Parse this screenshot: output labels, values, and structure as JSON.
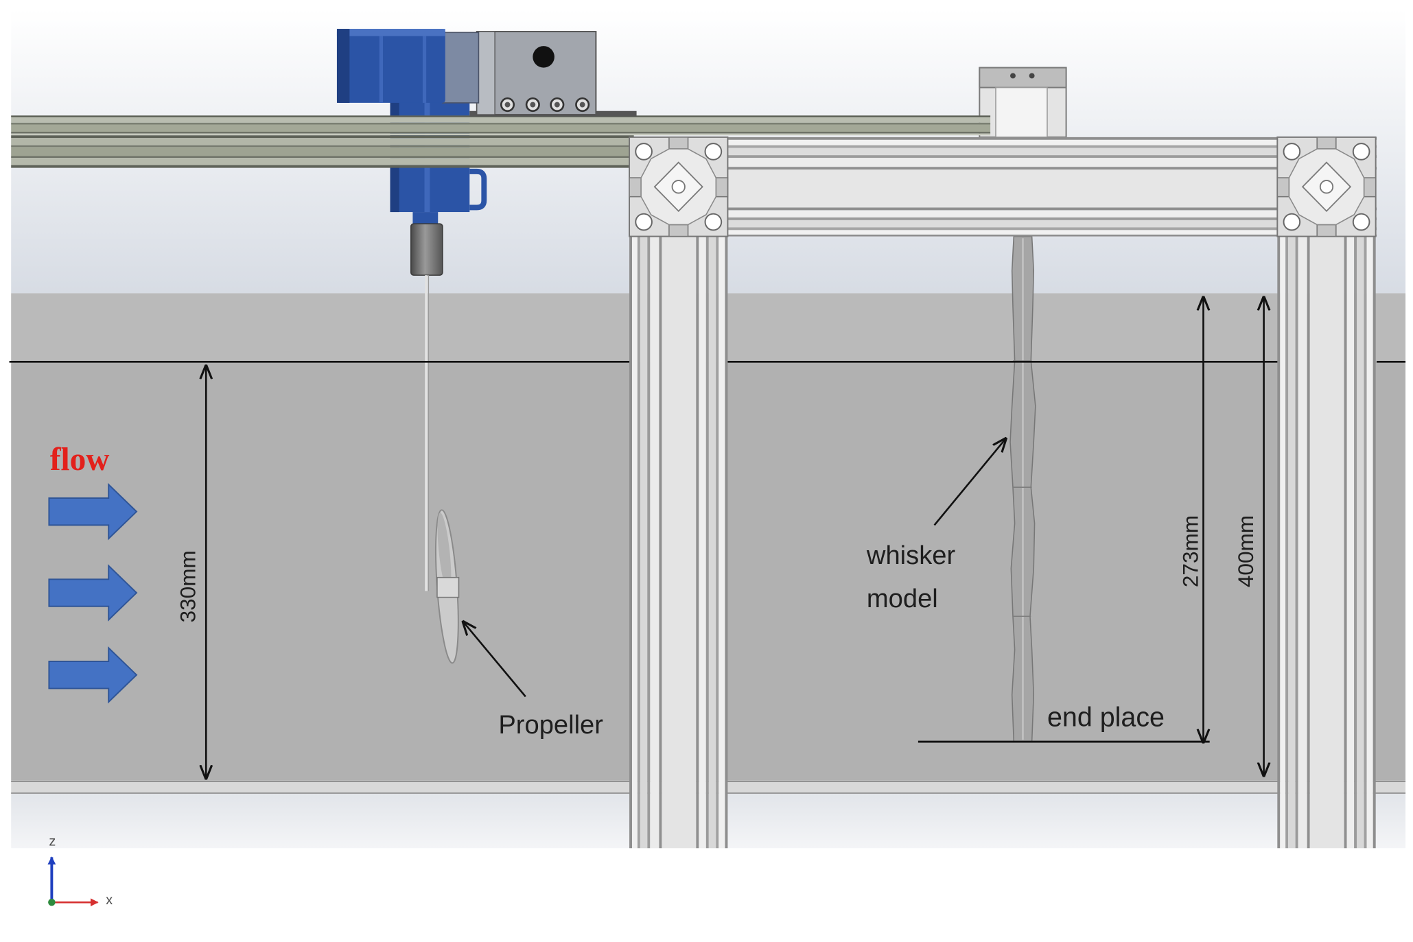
{
  "annotations": {
    "flow": "flow",
    "dim_330": "330mm",
    "propeller": "Propeller",
    "whisker_model": [
      "whisker",
      "model"
    ],
    "dim_273": "273mm",
    "dim_400": "400mm",
    "end_place": "end place"
  },
  "axis_triad": {
    "z": "z",
    "x": "x"
  },
  "colors": {
    "flow_text": "#e3201b",
    "flow_arrow": "#4472c4",
    "motor": "#2b54a6",
    "tank_water": "#b1b1b1"
  }
}
